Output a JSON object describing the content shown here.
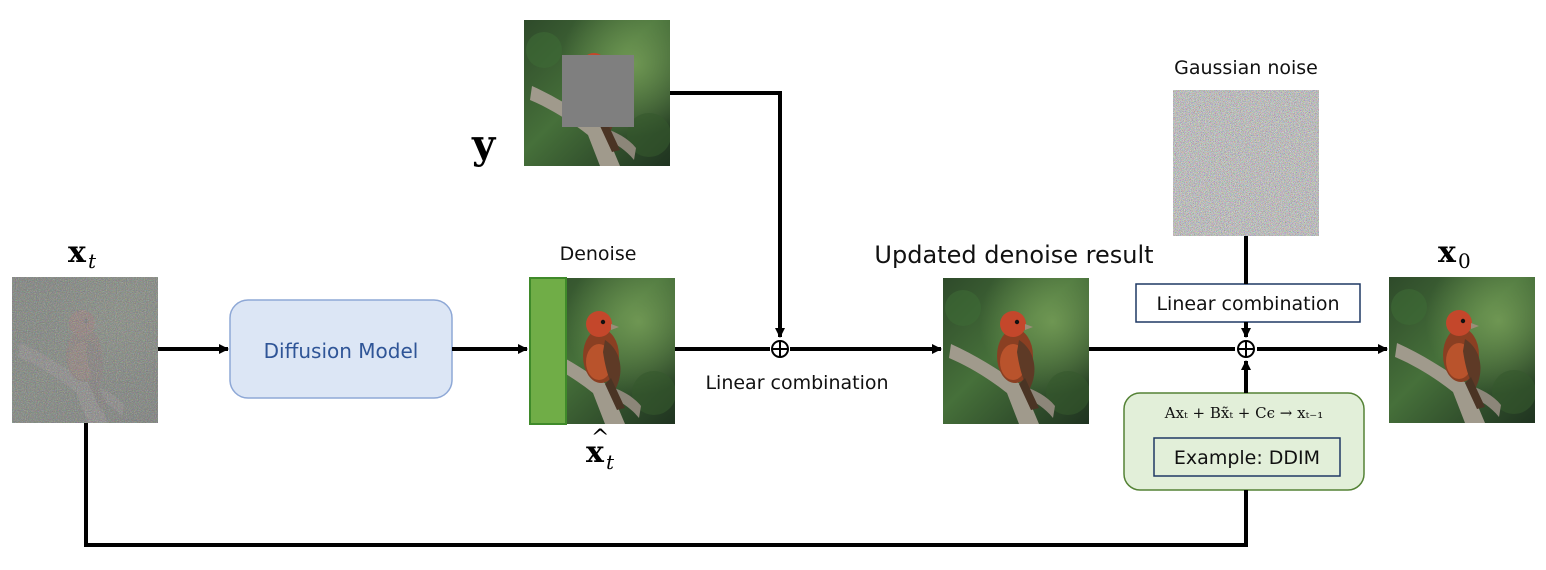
{
  "images": {
    "noisy_input": "noisy bird photo",
    "masked_measurement": "bird photo with gray mask",
    "denoised_estimate": "denoised bird photo",
    "updated_result": "updated bird photo",
    "gaussian_noise": "gaussian noise patch",
    "final_output": "clean bird photo"
  },
  "labels": {
    "xt": "x",
    "xt_sub": "t",
    "y": "y",
    "denoise": "Denoise",
    "xhat": "x",
    "xhat_sub": "t",
    "diffusion_model": "Diffusion Model",
    "linear_combination_1": "Linear combination",
    "updated_denoise_result": "Updated denoise result",
    "gaussian_noise": "Gaussian noise",
    "linear_combination_2": "Linear combination",
    "x0": "x",
    "x0_sub": "0",
    "update_formula": "Axₜ + Bx̃ₜ + Cϵ → xₜ₋₁",
    "example": "Example: DDIM"
  },
  "colors": {
    "diffusion_box_fill": "#dce6f5",
    "diffusion_box_stroke": "#8ea8d6",
    "diffusion_text": "#2f5597",
    "green_bar": "#70ad47",
    "update_box_fill": "#e2efd9",
    "update_box_stroke": "#548235",
    "example_box_stroke": "#1f3864",
    "arrow": "#000000",
    "mask_gray": "#7f7f7f"
  }
}
